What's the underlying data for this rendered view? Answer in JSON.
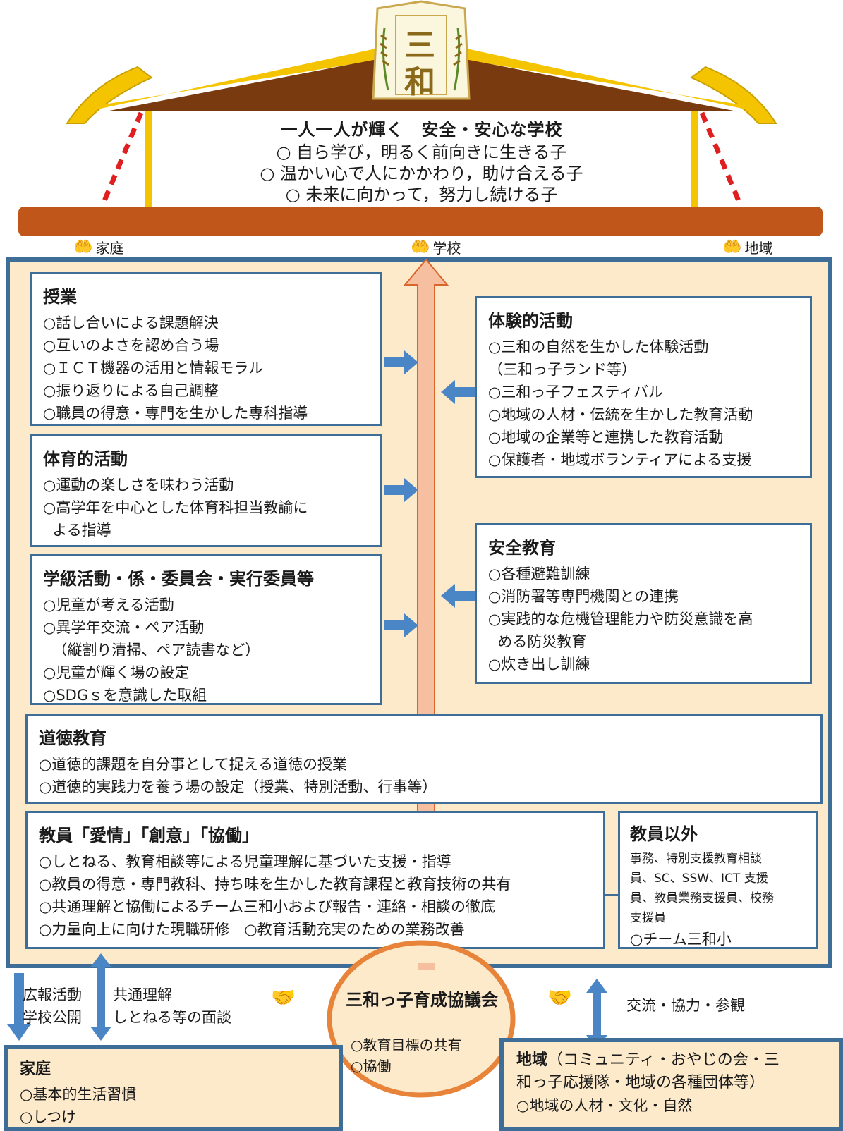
{
  "crest": {
    "chars": [
      "三",
      "和"
    ]
  },
  "motto": {
    "title": "一人一人が輝く　安全・安心な学校",
    "lines": [
      "○ 自ら学び，明るく前向きに生きる子",
      "○ 温かい心で人にかかわり，助け合える子",
      "○ 未来に向かって，努力し続ける子"
    ]
  },
  "pillars": {
    "home": "家庭",
    "school": "学校",
    "community": "地域"
  },
  "boxes": {
    "jugyo": {
      "title": "授業",
      "items": [
        "○話し合いによる課題解決",
        "○互いのよさを認め合う場",
        "○ＩＣＴ機器の活用と情報モラル",
        "○振り返りによる自己調整",
        "○職員の得意・専門を生かした専科指導"
      ]
    },
    "taiken": {
      "title": "体験的活動",
      "items": [
        "○三和の自然を生かした体験活動",
        "（三和っ子ランド等）",
        "○三和っ子フェスティバル",
        "○地域の人材・伝統を生かした教育活動",
        "○地域の企業等と連携した教育活動",
        "○保護者・地域ボランティアによる支援"
      ]
    },
    "taiiku": {
      "title": "体育的活動",
      "items": [
        "○運動の楽しさを味わう活動",
        "○高学年を中心とした体育科担当教諭に",
        "  よる指導"
      ]
    },
    "anzen": {
      "title": "安全教育",
      "items": [
        "○各種避難訓練",
        "○消防署等専門機関との連携",
        "○実践的な危機管理能力や防災意識を高",
        "  める防災教育",
        "○炊き出し訓練"
      ]
    },
    "gakkyu": {
      "title": "学級活動・係・委員会・実行委員等",
      "items": [
        "○児童が考える活動",
        "○異学年交流・ペア活動",
        "  （縦割り清掃、ペア読書など）",
        "○児童が輝く場の設定",
        "○SDGｓを意識した取組"
      ]
    },
    "dotoku": {
      "title": "道徳教育",
      "items": [
        "○道徳的課題を自分事として捉える道徳の授業",
        "○道徳的実践力を養う場の設定（授業、特別活動、行事等）"
      ]
    },
    "kyoin": {
      "title": "教員「愛情」「創意」「協働」",
      "items": [
        "○しとねる、教育相談等による児童理解に基づいた支援・指導",
        "○教員の得意・専門教科、持ち味を生かした教育課程と教育技術の共有",
        "○共通理解と協働によるチーム三和小および報告・連絡・相談の徹底",
        "○力量向上に向けた現職研修　○教育活動充実のための業務改善"
      ]
    },
    "kyoin_igai": {
      "title": "教員以外",
      "items": [
        "事務、特別支援教育相談",
        "員、SC、SSW、ICT 支援",
        "員、教員業務支援員、校務",
        "支援員"
      ],
      "team": "○チーム三和小"
    }
  },
  "bottom": {
    "home_links": [
      "広報活動",
      "学校公開"
    ],
    "common_links": [
      "共通理解",
      "しとねる等の面談"
    ],
    "council": {
      "title": "三和っ子育成協議会",
      "items": [
        "○教育目標の共有",
        "○協働"
      ]
    },
    "community_link": "交流・協力・参観",
    "home_box": {
      "title": "家庭",
      "items": [
        "○基本的生活習慣",
        "○しつけ"
      ]
    },
    "community_box": {
      "title": "地域",
      "title_suffix": "（コミュニティ・おやじの会・三",
      "line2": "和っ子応援隊・地域の各種団体等）",
      "items": [
        "○地域の人材・文化・自然"
      ]
    }
  },
  "colors": {
    "frame": "#3e6d98",
    "panel": "#fdeacb",
    "beam": "#c1561a",
    "roof": "#7a3a10",
    "roof_gold": "#f5c400",
    "arrow": "#4a86c5",
    "spine": "#f6c0a0",
    "council_ring": "#e8843a"
  }
}
